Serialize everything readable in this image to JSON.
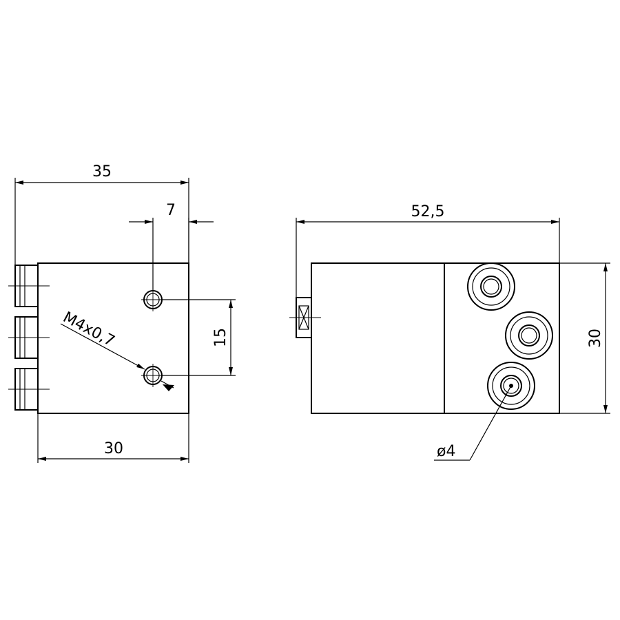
{
  "drawing": {
    "left_view": {
      "dim_overall_width": "35",
      "dim_offset": "7",
      "dim_hole_spacing": "15",
      "dim_body_width": "30",
      "thread_callout": "M4x0,7"
    },
    "right_view": {
      "dim_overall_length": "52,5",
      "dim_height": "30",
      "diameter_callout": "ø4"
    }
  }
}
